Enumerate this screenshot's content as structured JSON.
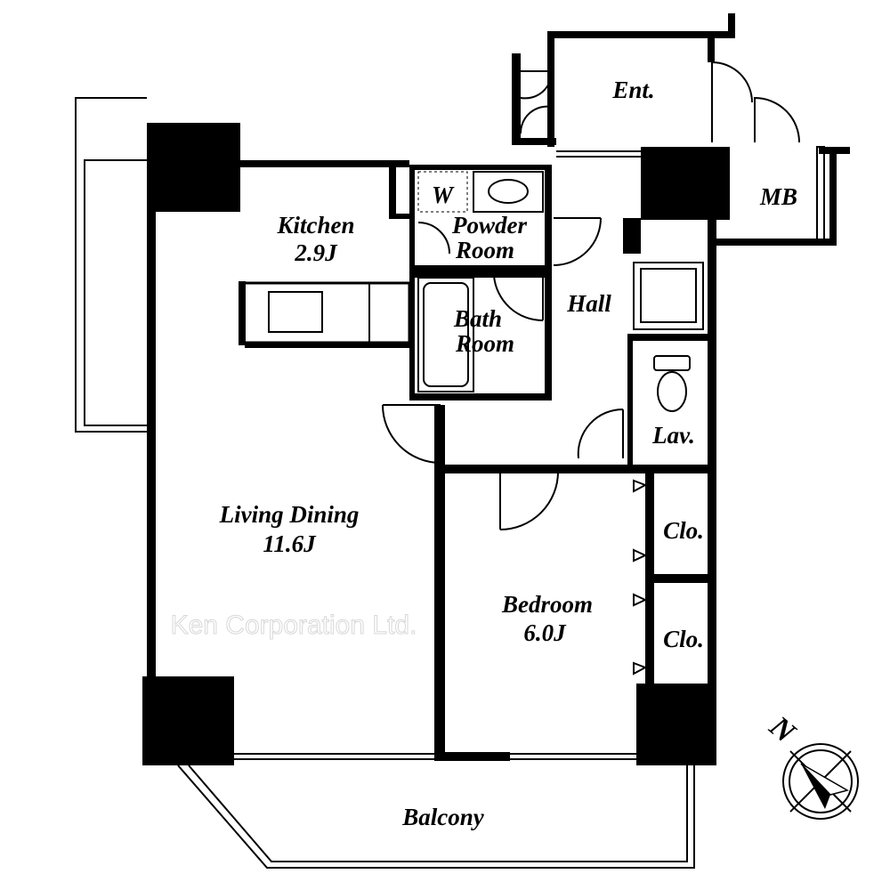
{
  "rooms": {
    "entrance": "Ent.",
    "meter_box": "MB",
    "kitchen": {
      "name": "Kitchen",
      "size": "2.9J"
    },
    "washer": "W",
    "powder_room": {
      "line1": "Powder",
      "line2": "Room"
    },
    "bath_room": {
      "line1": "Bath",
      "line2": "Room"
    },
    "hall": "Hall",
    "lavatory": "Lav.",
    "living_dining": {
      "name": "Living Dining",
      "size": "11.6J"
    },
    "bedroom": {
      "name": "Bedroom",
      "size": "6.0J"
    },
    "closet_1": "Clo.",
    "closet_2": "Clo.",
    "balcony": "Balcony"
  },
  "compass": {
    "label": "N"
  },
  "watermark": "Ken Corporation Ltd."
}
